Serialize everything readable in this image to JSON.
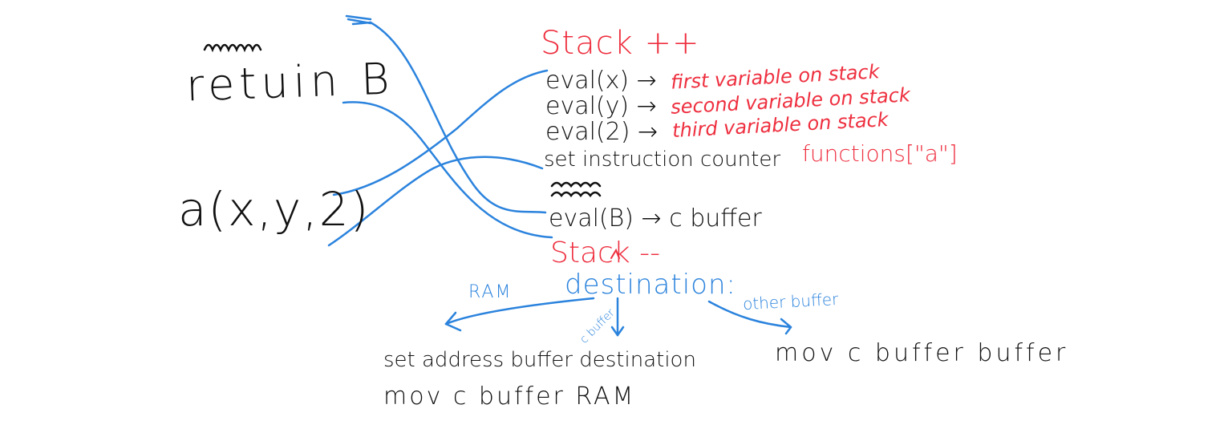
{
  "colors": {
    "ink": "#111111",
    "red": "#ee2f3f",
    "blue": "#2b83dd",
    "background": "#ffffff"
  },
  "left": {
    "return_text": "retuin B",
    "call_text": "a(x,y,2)"
  },
  "right": {
    "stack_push": "Stack ++",
    "evals": [
      {
        "code": "eval(x) →",
        "note": "first variable on stack"
      },
      {
        "code": "eval(y) →",
        "note": "second variable on stack"
      },
      {
        "code": "eval(2) →",
        "note": "third variable on stack"
      }
    ],
    "set_line": "set instruction counter",
    "functions_note": "functions[\"a\"]",
    "eval_b": "eval(B) → c buffer",
    "stack_pop": "Stack --"
  },
  "destination": {
    "title": "destination:",
    "branch_ram": "RAM",
    "branch_cbuffer": "c buffer",
    "branch_other": "other buffer",
    "ram_line1": "set address buffer destination",
    "ram_line2": "mov c buffer RAM",
    "other_line": "mov c buffer buffer"
  }
}
